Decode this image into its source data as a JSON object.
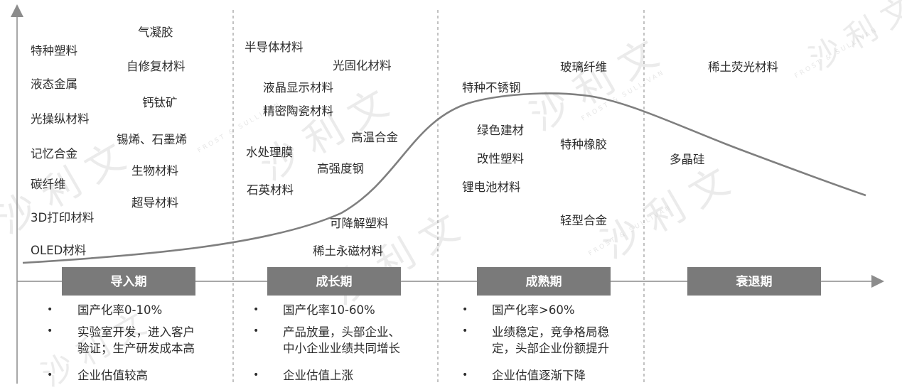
{
  "phases": [
    {
      "label": "导入期",
      "materials": [
        "气凝胶",
        "特种塑料",
        "自修复材料",
        "液态金属",
        "钙钛矿",
        "光操纵材料",
        "锡烯、石墨烯",
        "记忆合金",
        "生物材料",
        "碳纤维",
        "超导材料",
        "3D打印材料",
        "OLED材料"
      ],
      "bullets": [
        {
          "lines": [
            "国产化率0-10%"
          ]
        },
        {
          "lines": [
            "实验室开发，进入客户",
            "验证；生产研发成本高"
          ]
        },
        {
          "lines": [
            "企业估值较高"
          ]
        }
      ]
    },
    {
      "label": "成长期",
      "materials": [
        "半导体材料",
        "光固化材料",
        "液晶显示材料",
        "精密陶瓷材料",
        "高温合金",
        "水处理膜",
        "高强度钢",
        "石英材料",
        "可降解塑料",
        "稀土永磁材料"
      ],
      "bullets": [
        {
          "lines": [
            "国产化率10-60%"
          ]
        },
        {
          "lines": [
            "产品放量，头部企业、",
            "中小企业业绩共同增长"
          ]
        },
        {
          "lines": [
            "企业估值上涨"
          ]
        }
      ]
    },
    {
      "label": "成熟期",
      "materials": [
        "玻璃纤维",
        "特种不锈钢",
        "绿色建材",
        "特种橡胶",
        "改性塑料",
        "锂电池材料",
        "轻型合金"
      ],
      "bullets": [
        {
          "lines": [
            "国产化率>60%"
          ]
        },
        {
          "lines": [
            "业绩稳定，竞争格局稳",
            "定，头部企业份额提升"
          ]
        },
        {
          "lines": [
            "企业估值逐渐下降"
          ]
        }
      ]
    },
    {
      "label": "衰退期",
      "materials": [
        "稀土荧光材料",
        "多晶硅"
      ],
      "bullets": []
    }
  ],
  "watermark": {
    "text": "沙 利 文",
    "small": "FROST & SULLIVAN"
  },
  "colors": {
    "phase_box": "#7a7a7a",
    "curve": "#7f7f7f",
    "axis": "#8c8c8c",
    "divider": "#9a9a9a"
  }
}
